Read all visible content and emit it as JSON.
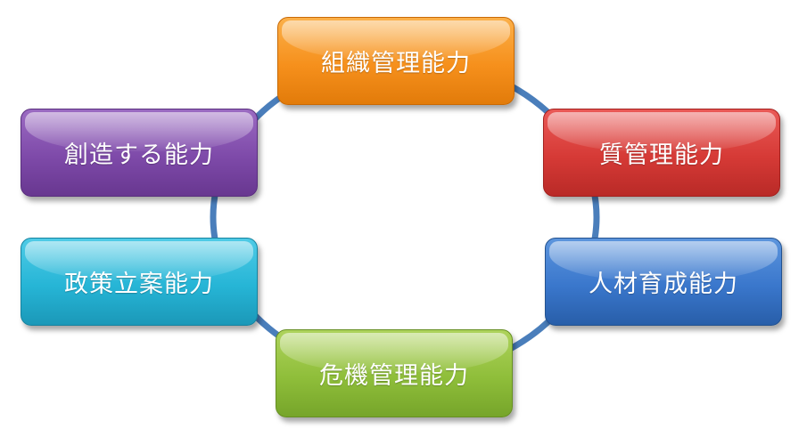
{
  "diagram": {
    "connector_color": "#4a7ebb",
    "nodes": [
      {
        "id": "org",
        "label": "組織管理能力",
        "color": "#f6901c"
      },
      {
        "id": "qual",
        "label": "質管理能力",
        "color": "#d63a36"
      },
      {
        "id": "hr",
        "label": "人材育成能力",
        "color": "#3a77cc"
      },
      {
        "id": "crisis",
        "label": "危機管理能力",
        "color": "#8fbe3a"
      },
      {
        "id": "policy",
        "label": "政策立案能力",
        "color": "#26b5d6"
      },
      {
        "id": "create",
        "label": "創造する能力",
        "color": "#7e4aa9"
      }
    ]
  }
}
